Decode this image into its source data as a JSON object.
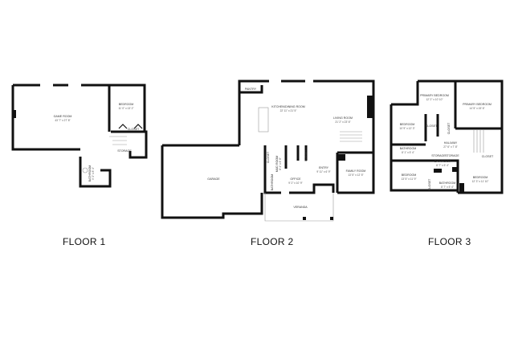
{
  "floors": [
    {
      "label": "FLOOR 1",
      "rooms": [
        {
          "name": "GAME ROOM",
          "dims": "43' 7\" x 27' 8\""
        },
        {
          "name": "BEDROOM",
          "dims": "11' 0\" x 13' 2\""
        },
        {
          "name": "CLOSET",
          "dims": ""
        },
        {
          "name": "STORAGE",
          "dims": ""
        },
        {
          "name": "BATHROOM",
          "dims": "9' 2\" x 8' 4\""
        }
      ]
    },
    {
      "label": "FLOOR 2",
      "rooms": [
        {
          "name": "PANTRY",
          "dims": ""
        },
        {
          "name": "KITCHEN/DINING ROOM",
          "dims": "22' 11\" x 21' 5\""
        },
        {
          "name": "LIVING ROOM",
          "dims": "21' 2\" x 23' 6\""
        },
        {
          "name": "GARAGE",
          "dims": ""
        },
        {
          "name": "CLOSET",
          "dims": ""
        },
        {
          "name": "MUD ROOM",
          "dims": "8' 4\" x 6' 8\""
        },
        {
          "name": "BATHROOM",
          "dims": ""
        },
        {
          "name": "OFFICE",
          "dims": "9' 2\" x 10' 9\""
        },
        {
          "name": "CLOSET",
          "dims": ""
        },
        {
          "name": "ENTRY",
          "dims": "9' 11\" x 6' 9\""
        },
        {
          "name": "FAMILY ROOM",
          "dims": "13' 5\" x 12' 5\""
        },
        {
          "name": "VERANDA",
          "dims": ""
        }
      ]
    },
    {
      "label": "FLOOR 3",
      "rooms": [
        {
          "name": "PRIMARY BEDROOM",
          "dims": "12' 2\" x 10' 10\""
        },
        {
          "name": "PRIMARY BEDROOM",
          "dims": "14' 5\" x 15' 6\""
        },
        {
          "name": "BEDROOM",
          "dims": "10' 9\" x 12' 3\""
        },
        {
          "name": "CLOSET",
          "dims": ""
        },
        {
          "name": "CLOSET",
          "dims": ""
        },
        {
          "name": "BATHROOM",
          "dims": "8' 1\" x 5' 4\""
        },
        {
          "name": "HALLWAY",
          "dims": "27' 6\" x 7' 8\""
        },
        {
          "name": "STORAGE",
          "dims": ""
        },
        {
          "name": "STORAGE",
          "dims": ""
        },
        {
          "name": "BATHROOM",
          "dims": "8' 7\" x 5' 4\""
        },
        {
          "name": "BEDROOM",
          "dims": "13' 5\" x 11' 9\""
        },
        {
          "name": "CLOSET",
          "dims": ""
        },
        {
          "name": "BATHROOM",
          "dims": "8' 7\" x 5' 4\""
        },
        {
          "name": "BEDROOM",
          "dims": "12' 3\" x 11' 10\""
        },
        {
          "name": "CLOSET",
          "dims": ""
        }
      ]
    }
  ]
}
